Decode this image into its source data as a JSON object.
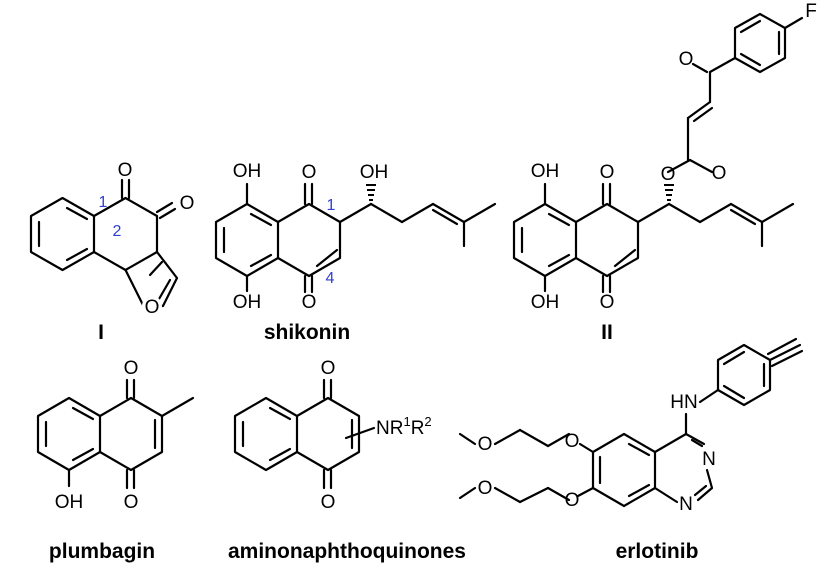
{
  "compounds": [
    {
      "caption": "I",
      "atoms": {
        "o1": "O",
        "o2": "O",
        "o_ring": "O"
      },
      "locants": [
        "1",
        "2"
      ]
    },
    {
      "caption": "shikonin",
      "atoms": {
        "oh_top": "OH",
        "oh_bottom": "OH",
        "o1": "O",
        "o4": "O",
        "oh_side": "OH"
      },
      "locants": [
        "1",
        "4"
      ]
    },
    {
      "caption": "II",
      "atoms": {
        "o_ketone": "O",
        "f": "F",
        "o_ester": "O",
        "o_carbonyl": "O",
        "oh_top": "OH",
        "oh_bottom": "OH",
        "o1": "O",
        "o4": "O"
      }
    },
    {
      "caption": "plumbagin",
      "atoms": {
        "o1": "O",
        "o4": "O",
        "oh": "OH"
      }
    },
    {
      "caption": "aminonaphthoquinones",
      "atoms": {
        "o1": "O",
        "o4": "O",
        "nr_n": "NR",
        "nr_1": "1",
        "nr_r": "R",
        "nr_2": "2"
      }
    },
    {
      "caption": "erlotinib",
      "atoms": {
        "hn": "HN",
        "n1": "N",
        "n3": "N",
        "o6": "O",
        "o7": "O",
        "ome1": "O",
        "ome2": "O"
      }
    }
  ]
}
